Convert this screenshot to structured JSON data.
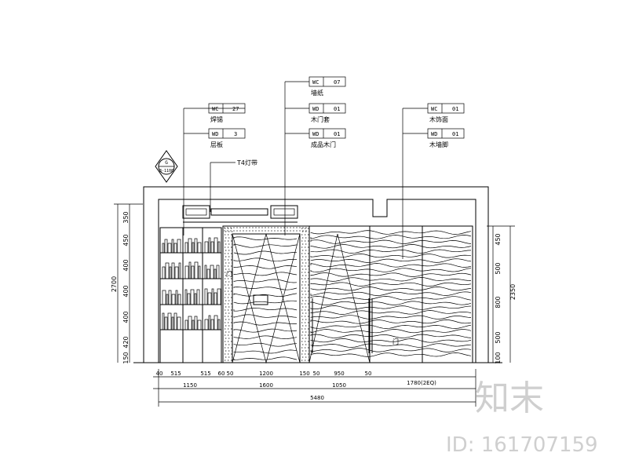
{
  "callouts": {
    "left_upper": {
      "code": "WC",
      "num": "27",
      "label": "焊锡"
    },
    "left_lower": {
      "code": "WD",
      "num": "3",
      "label": "层板"
    },
    "center_top": {
      "code": "WC",
      "num": "07",
      "label": "墙纸"
    },
    "center_mid": {
      "code": "WD",
      "num": "01",
      "label": "木门套"
    },
    "center_low": {
      "code": "WD",
      "num": "01",
      "label": "成品木门"
    },
    "right_upper": {
      "code": "WC",
      "num": "01",
      "label": "木饰面"
    },
    "right_lower": {
      "code": "WD",
      "num": "01",
      "label": "木墙脚"
    }
  },
  "light_strip_label": "T4灯带",
  "section_marker": {
    "top": "G",
    "bottom": "3-1100"
  },
  "left_dims": {
    "overall": "2700",
    "segments": [
      "350",
      "450",
      "400",
      "400",
      "400",
      "420",
      "150"
    ]
  },
  "right_dims": {
    "overall": "2350",
    "segments": [
      "450",
      "500",
      "800",
      "500",
      "100"
    ]
  },
  "bottom_dims": {
    "row1": [
      "40",
      "515",
      "515",
      "60",
      "50",
      "1200",
      "150",
      "50",
      "950",
      "50",
      "1780(2EQ)"
    ],
    "row2": [
      "1150",
      "1600",
      "1050"
    ],
    "overall": "5480"
  },
  "door_labels": [
    "门",
    "门"
  ],
  "watermark": {
    "logo": "知末",
    "id": "ID: 161707159"
  }
}
